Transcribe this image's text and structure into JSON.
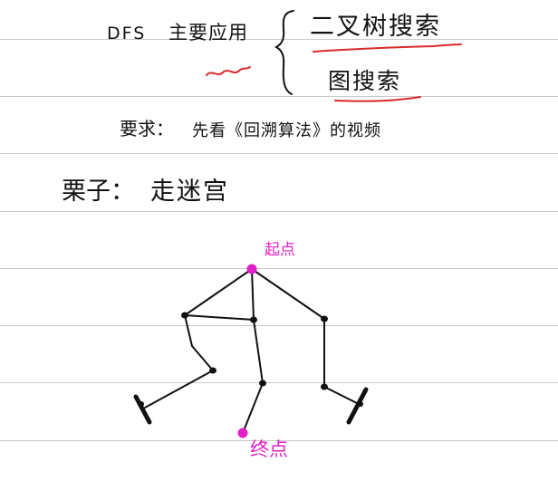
{
  "notes": {
    "topic_prefix": "DFS",
    "topic_suffix": "主要应用",
    "applications": [
      "二叉树搜索",
      "图搜索"
    ],
    "requirement_label": "要求：",
    "requirement_text": "先看《回溯算法》的视频",
    "example_label": "栗子：",
    "example_text": "走迷宫"
  },
  "diagram": {
    "start_label": "起点",
    "end_label": "终点"
  },
  "colors": {
    "ink": "#111111",
    "underline": "#d82a2a",
    "highlight": "#e020c8",
    "rule": "#c9c9c9"
  }
}
